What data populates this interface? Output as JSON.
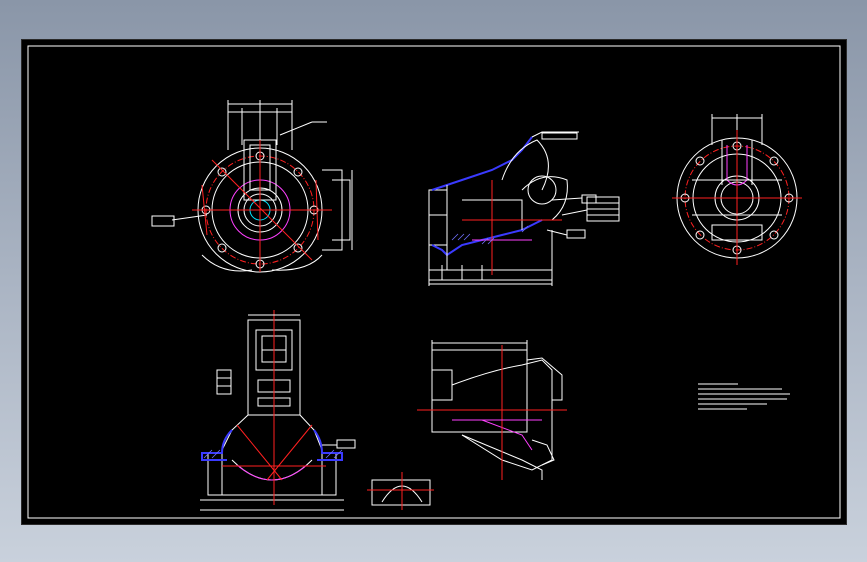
{
  "drawing": {
    "background": "#000000",
    "line_colors": {
      "outline": "#ffffff",
      "centerline": "#ff2020",
      "section": "#3a3aff",
      "hidden": "#ff40ff",
      "dimension": "#00e5ff"
    },
    "views": [
      {
        "name": "top-left-front-view"
      },
      {
        "name": "top-middle-side-section"
      },
      {
        "name": "top-right-end-view"
      },
      {
        "name": "bottom-left-section-view"
      },
      {
        "name": "bottom-middle-side-view"
      },
      {
        "name": "bottom-detail-view"
      },
      {
        "name": "technical-notes-block"
      }
    ]
  }
}
